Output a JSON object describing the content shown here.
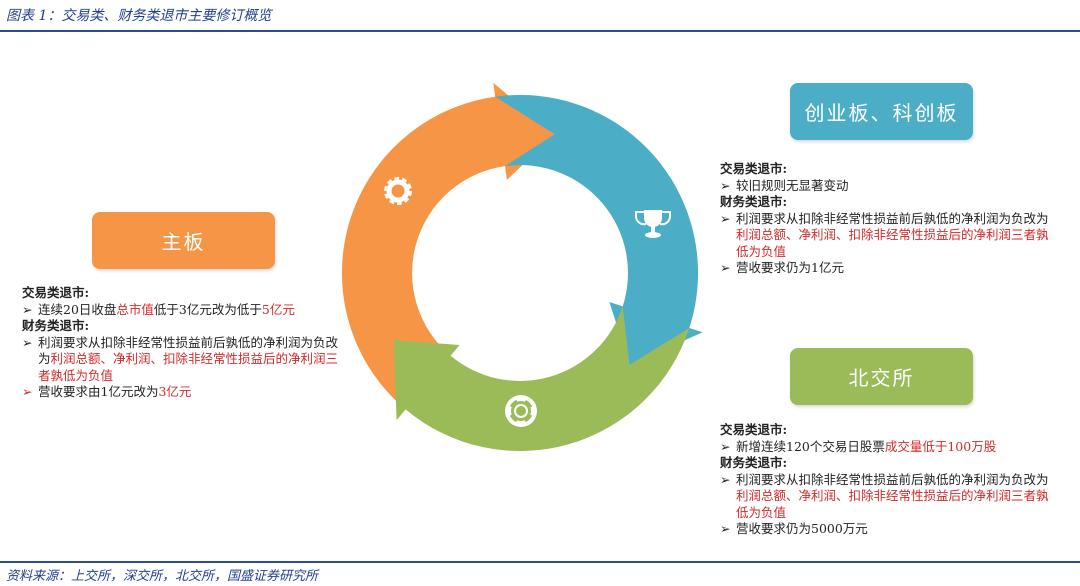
{
  "title": "图表 1：交易类、财务类退市主要修订概览",
  "source": "资料来源：上交所，深交所，北交所，国盛证券研究所",
  "colors": {
    "orange": "#f79546",
    "teal": "#4badc6",
    "green": "#9bbb59",
    "red": "#d42a2a",
    "blue": "#1f3f8f"
  },
  "cycle_icons": [
    "gear-icon",
    "trophy-icon",
    "lifebuoy-icon"
  ],
  "boards": {
    "main": {
      "label": "主板",
      "trade_head": "交易类退市:",
      "trade_1a": "连续20日收盘",
      "trade_1b": "总市值",
      "trade_1c": "低于3亿元改为低于",
      "trade_1d": "5亿元",
      "fin_head": "财务类退市:",
      "fin_1a": "利润要求从扣除非经常性损益前后孰低的净利润为负改为",
      "fin_1b": "利润总额、净利润、扣除非经常性损益后的净利润三者孰低为负值",
      "fin_2a": "营收要求由1亿元改为",
      "fin_2b": "3亿元"
    },
    "star": {
      "label": "创业板、科创板",
      "trade_head": "交易类退市:",
      "trade_1": "较旧规则无显著变动",
      "fin_head": "财务类退市:",
      "fin_1a": "利润要求从扣除非经常性损益前后孰低的净利润为负改为",
      "fin_1b": "利润总额、净利润、扣除非经常性损益后的净利润三者孰低为负值",
      "fin_2": "营收要求仍为1亿元"
    },
    "bse": {
      "label": "北交所",
      "trade_head": "交易类退市:",
      "trade_1a": "新增连续120个交易日股票",
      "trade_1b": "成交量低于100万股",
      "fin_head": "财务类退市:",
      "fin_1a": "利润要求从扣除非经常性损益前后孰低的净利润为负改为",
      "fin_1b": "利润总额、净利润、扣除非经常性损益后的净利润三者孰低为负值",
      "fin_2": "营收要求仍为5000万元"
    }
  }
}
